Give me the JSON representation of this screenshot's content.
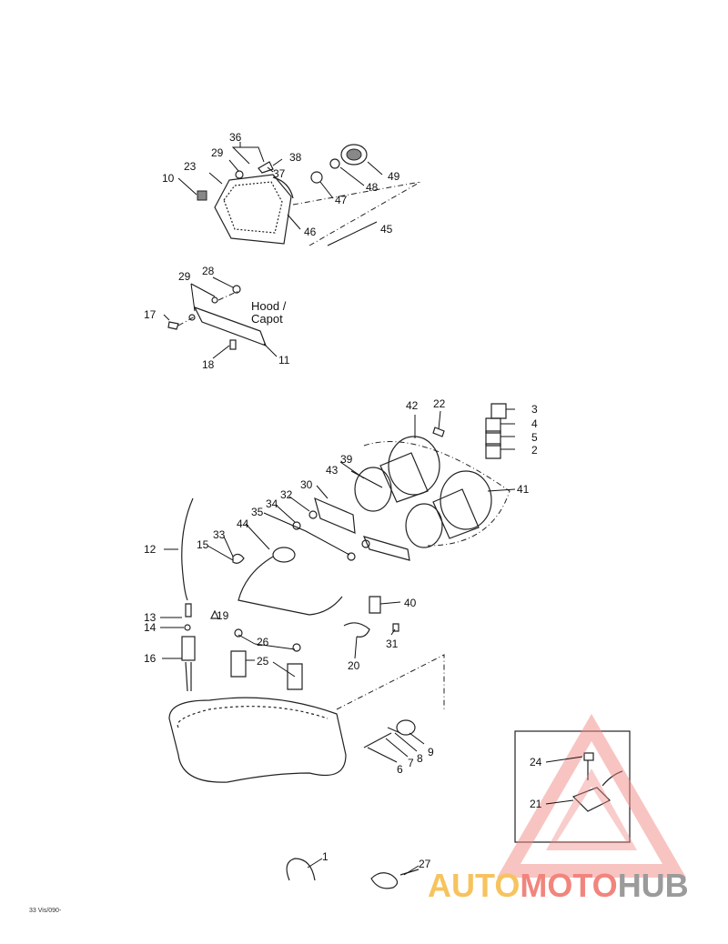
{
  "callouts": {
    "c1": "1",
    "c2": "2",
    "c3": "3",
    "c4": "4",
    "c5": "5",
    "c6": "6",
    "c7": "7",
    "c8": "8",
    "c9": "9",
    "c10": "10",
    "c11": "11",
    "c12": "12",
    "c13": "13",
    "c14": "14",
    "c15": "15",
    "c16": "16",
    "c17": "17",
    "c18": "18",
    "c19": "19",
    "c20": "20",
    "c21": "21",
    "c22": "22",
    "c23": "23",
    "c24": "24",
    "c25": "25",
    "c26": "26",
    "c27": "27",
    "c28": "28",
    "c29a": "29",
    "c29b": "29",
    "c30": "30",
    "c31": "31",
    "c32": "32",
    "c33": "33",
    "c34": "34",
    "c35": "35",
    "c36": "36",
    "c37": "37",
    "c38": "38",
    "c39": "39",
    "c40": "40",
    "c41": "41",
    "c42": "42",
    "c43": "43",
    "c44": "44",
    "c45": "45",
    "c46": "46",
    "c47": "47",
    "c48": "48",
    "c49": "49"
  },
  "hood_label_line1": "Hood /",
  "hood_label_line2": "Capot",
  "drawing_code": "33 Vis/090-",
  "watermark": {
    "part1": "AUTO",
    "part2": "MOTO",
    "part3": "HUB",
    "color1": "#f5b942",
    "color2": "#ef7067",
    "color3": "#8a8a8a"
  },
  "colors": {
    "line": "#222222",
    "triangle": "#f08a85"
  }
}
